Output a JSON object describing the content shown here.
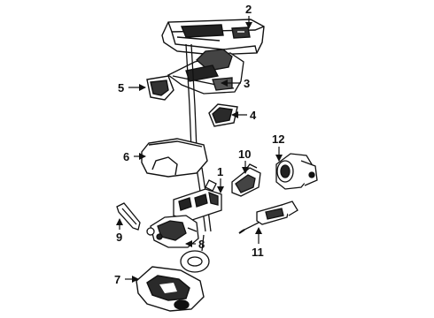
{
  "callouts": {
    "c1": "1",
    "c2": "2",
    "c3": "3",
    "c4": "4",
    "c5": "5",
    "c6": "6",
    "c7": "7",
    "c8": "8",
    "c9": "9",
    "c10": "10",
    "c11": "11",
    "c12": "12"
  },
  "colors": {
    "ink": "#111111",
    "background": "#ffffff"
  }
}
